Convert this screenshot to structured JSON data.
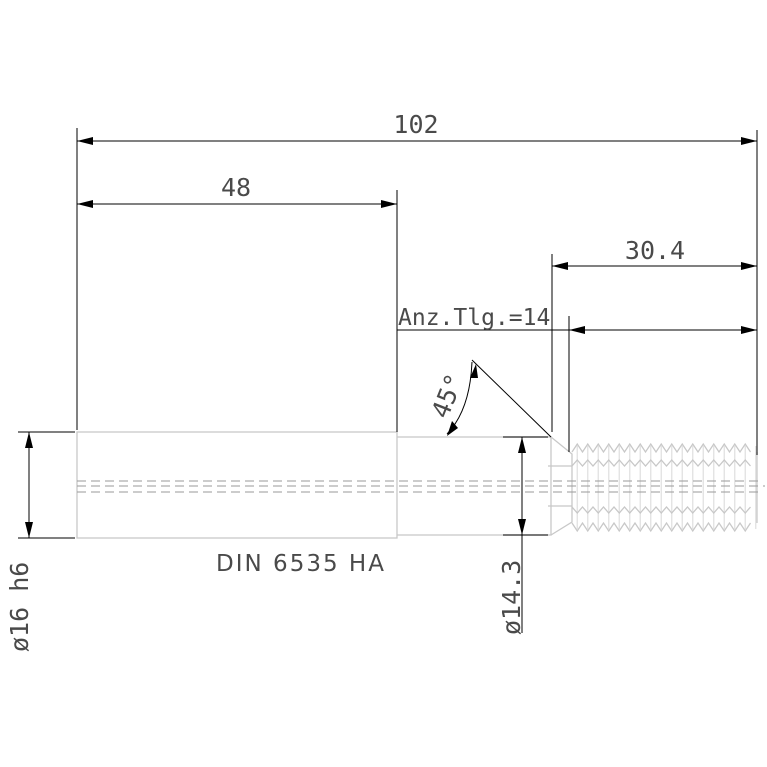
{
  "dimensions": {
    "overall_length": "102",
    "shank_length": "48",
    "thread_length": "30.4",
    "teeth_count": "Anz.Tlg.=14",
    "chamfer_angle": "45°",
    "shank_diameter": "ø16 h6",
    "neck_diameter": "ø14.3"
  },
  "labels": {
    "shank_standard": "DIN 6535 HA"
  }
}
